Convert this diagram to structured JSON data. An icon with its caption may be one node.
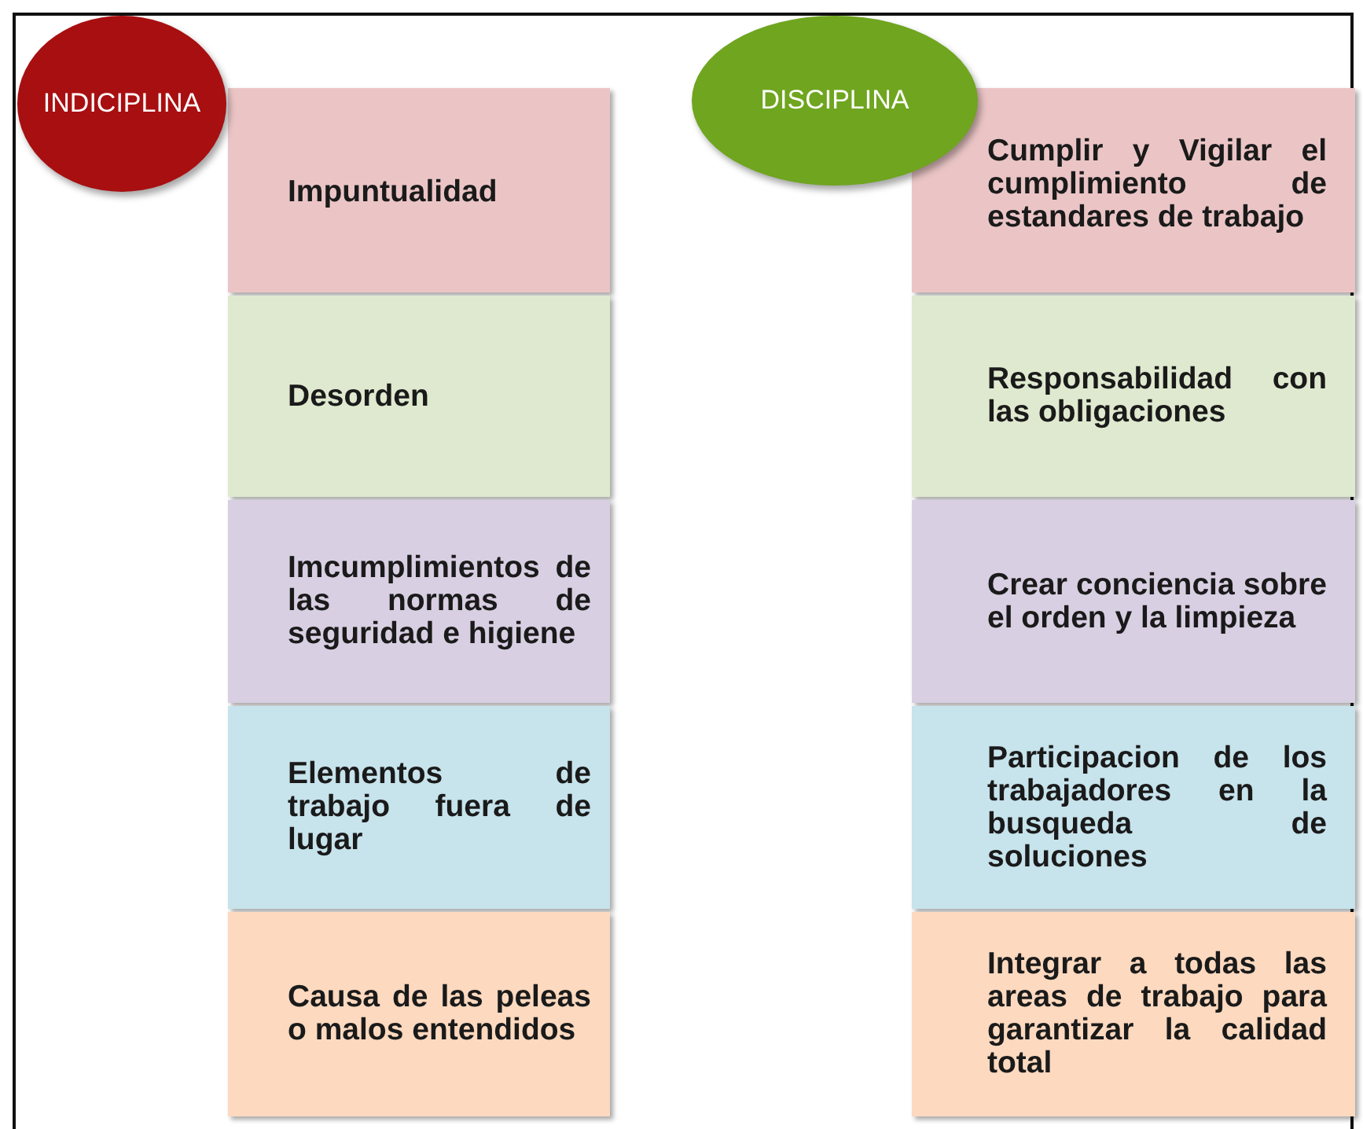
{
  "diagram": {
    "nodes": [
      {
        "text": [
          "INDICIPLINA"
        ]
      },
      {
        "text": [
          "Impuntualidad"
        ]
      },
      {
        "text": [
          "Desorden"
        ]
      },
      {
        "text": [
          "Imcumplimientos de las normas de seguridad e higiene"
        ]
      },
      {
        "text": [
          "Elementos de trabajo fuera de lugar"
        ]
      },
      {
        "text": [
          "Causa de las peleas o malos entendidos"
        ]
      },
      {
        "text": [
          "DISCIPLINA"
        ]
      },
      {
        "text": [
          "Cumplir y Vigilar el cumplimiento de estandares de trabajo"
        ]
      },
      {
        "text": [
          "Responsabilidad con las obligaciones"
        ]
      },
      {
        "text": [
          "Crear conciencia sobre el orden y la limpieza"
        ]
      },
      {
        "text": [
          "Participacion de los trabajadores en la busqueda de soluciones"
        ]
      },
      {
        "text": [
          "Integrar a todas las areas de trabajo para garantizar la calidad total"
        ]
      }
    ]
  }
}
